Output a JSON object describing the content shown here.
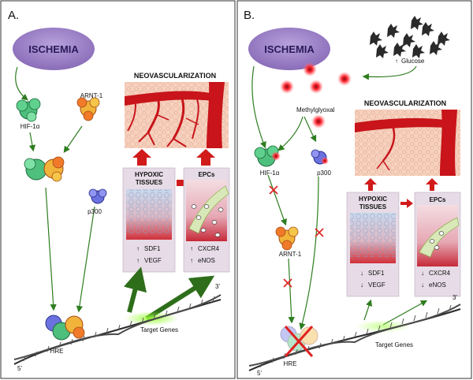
{
  "panelA": {
    "label": "A.",
    "ischemia": "ISCHEMIA",
    "hif": "HIF-1α",
    "arnt": "ARNT-1",
    "p300": "p300",
    "neovasc": "NEOVASCULARIZATION",
    "hypoxic_line1": "HYPOXIC",
    "hypoxic_line2": "TISSUES",
    "epcs": "EPCs",
    "sdf1": "SDF1",
    "vegf": "VEGF",
    "cxcr4": "CXCR4",
    "enos": "eNOS",
    "arrow_sdf1": "↑",
    "arrow_vegf": "↑",
    "arrow_cxcr4": "↑",
    "arrow_enos": "↑",
    "hre": "HRE",
    "target": "Target Genes",
    "five": "5’",
    "three": "3’"
  },
  "panelB": {
    "label": "B.",
    "ischemia": "ISCHEMIA",
    "glucose": "Glucose",
    "glucose_arrow": "↑",
    "methylglyoxal": "Methylglyoxal",
    "hif": "HIF-1α",
    "arnt": "ARNT-1",
    "p300": "p300",
    "neovasc": "NEOVASCULARIZATION",
    "hypoxic_line1": "HYPOXIC",
    "hypoxic_line2": "TISSUES",
    "epcs": "EPCs",
    "sdf1": "SDF1",
    "vegf": "VEGF",
    "cxcr4": "CXCR4",
    "enos": "eNOS",
    "arrow_sdf1": "↓",
    "arrow_vegf": "↓",
    "arrow_cxcr4": "↓",
    "arrow_enos": "↓",
    "hre": "HRE",
    "target": "Target Genes",
    "five": "5’",
    "three": "3’"
  },
  "colors": {
    "ischemia_fill": "#9b7fc4",
    "arrow_green": "#2e7d1f",
    "arrow_red": "#d11a1a",
    "vessel_red": "#c8141a",
    "tissue_bg": "#f6d8c8",
    "box_bg": "#e6dbe6"
  }
}
